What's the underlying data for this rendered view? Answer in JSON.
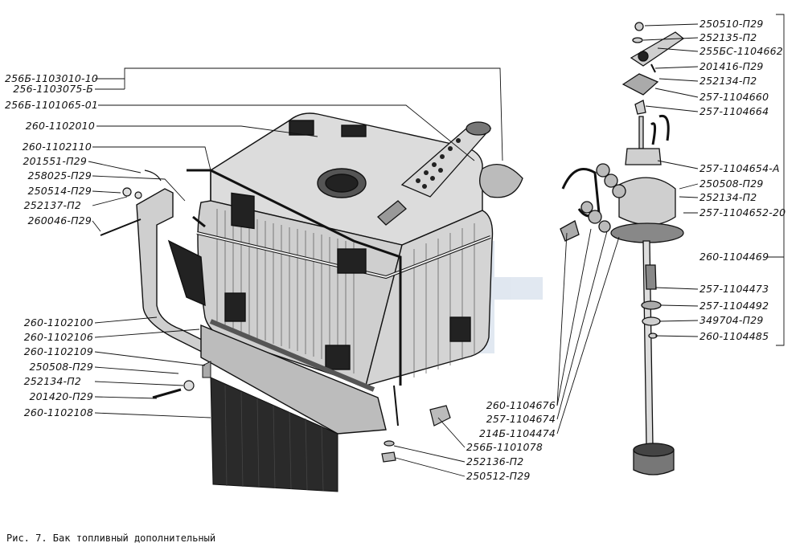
{
  "caption": "Рис. 7. Бак топливный дополнительный",
  "left_labels": [
    "256Б-1103010-10",
    "256-1103075-Б",
    "256Б-1101065-01",
    "260-1102010",
    "260-1102110",
    "201551-П29",
    "258025-П29",
    "250514-П29",
    "252137-П2",
    "260046-П29",
    "260-1102100",
    "260-1102106",
    "260-1102109",
    "250508-П29",
    "252134-П2",
    "201420-П29",
    "260-1102108"
  ],
  "right_labels": [
    "250510-П29",
    "252135-П2",
    "255БС-1104662",
    "201416-П29",
    "252134-П2",
    "257-1104660",
    "257-1104664",
    "257-1104654-А",
    "250508-П29",
    "252134-П2",
    "257-1104652-20",
    "260-1104469",
    "257-1104473",
    "257-1104492",
    "349704-П29",
    "260-1104485"
  ],
  "bottom_labels": [
    "260-1104676",
    "257-1104674",
    "214Б-1104474",
    "256Б-1101078",
    "252136-П2",
    "250512-П29"
  ]
}
